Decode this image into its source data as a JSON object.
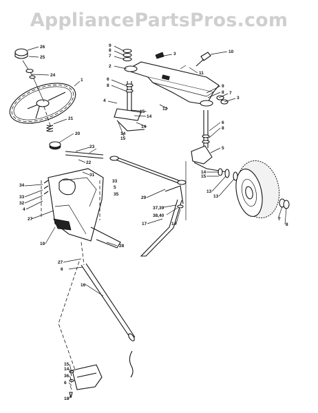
{
  "watermark": {
    "text": "AppliancePartsPros.com"
  },
  "diagram": {
    "callouts": [
      {
        "id": "c1",
        "text": "26"
      },
      {
        "id": "c2",
        "text": "25"
      },
      {
        "id": "c3",
        "text": "24"
      },
      {
        "id": "c4",
        "text": "1"
      },
      {
        "id": "c5",
        "text": "21"
      },
      {
        "id": "c6",
        "text": "20"
      },
      {
        "id": "c7",
        "text": "23"
      },
      {
        "id": "c8",
        "text": "22"
      },
      {
        "id": "c9",
        "text": "31"
      },
      {
        "id": "c10",
        "text": "34"
      },
      {
        "id": "c11",
        "text": "33"
      },
      {
        "id": "c12",
        "text": "32"
      },
      {
        "id": "c13",
        "text": "4"
      },
      {
        "id": "c14",
        "text": "27"
      },
      {
        "id": "c15",
        "text": "33"
      },
      {
        "id": "c16",
        "text": "5"
      },
      {
        "id": "c17",
        "text": "35"
      },
      {
        "id": "c18",
        "text": "19"
      },
      {
        "id": "c19",
        "text": "28"
      },
      {
        "id": "c20",
        "text": "27"
      },
      {
        "id": "c21",
        "text": "6"
      },
      {
        "id": "c22",
        "text": "16"
      },
      {
        "id": "c23",
        "text": "15"
      },
      {
        "id": "c24",
        "text": "14"
      },
      {
        "id": "c25",
        "text": "36"
      },
      {
        "id": "c26",
        "text": "6"
      },
      {
        "id": "c27",
        "text": "18"
      },
      {
        "id": "c28",
        "text": "9"
      },
      {
        "id": "c29",
        "text": "8"
      },
      {
        "id": "c30",
        "text": "7"
      },
      {
        "id": "c31",
        "text": "2"
      },
      {
        "id": "c32",
        "text": "6"
      },
      {
        "id": "c33",
        "text": "8"
      },
      {
        "id": "c34",
        "text": "4"
      },
      {
        "id": "c35",
        "text": "15"
      },
      {
        "id": "c36",
        "text": "14"
      },
      {
        "id": "c37",
        "text": "14"
      },
      {
        "id": "c38",
        "text": "14"
      },
      {
        "id": "c39",
        "text": "15"
      },
      {
        "id": "c40",
        "text": "3"
      },
      {
        "id": "c41",
        "text": "10"
      },
      {
        "id": "c42",
        "text": "11"
      },
      {
        "id": "c43",
        "text": "12"
      },
      {
        "id": "c44",
        "text": "9"
      },
      {
        "id": "c45",
        "text": "8"
      },
      {
        "id": "c46",
        "text": "7"
      },
      {
        "id": "c47",
        "text": "3"
      },
      {
        "id": "c48",
        "text": "6"
      },
      {
        "id": "c49",
        "text": "8"
      },
      {
        "id": "c50",
        "text": "5"
      },
      {
        "id": "c51",
        "text": "14"
      },
      {
        "id": "c52",
        "text": "15"
      },
      {
        "id": "c53",
        "text": "13"
      },
      {
        "id": "c54",
        "text": "13"
      },
      {
        "id": "c55",
        "text": "29"
      },
      {
        "id": "c56",
        "text": "37,39"
      },
      {
        "id": "c57",
        "text": "38,40"
      },
      {
        "id": "c58",
        "text": "17"
      },
      {
        "id": "c59",
        "text": "14"
      },
      {
        "id": "c60",
        "text": "7"
      },
      {
        "id": "c61",
        "text": "8"
      }
    ]
  }
}
